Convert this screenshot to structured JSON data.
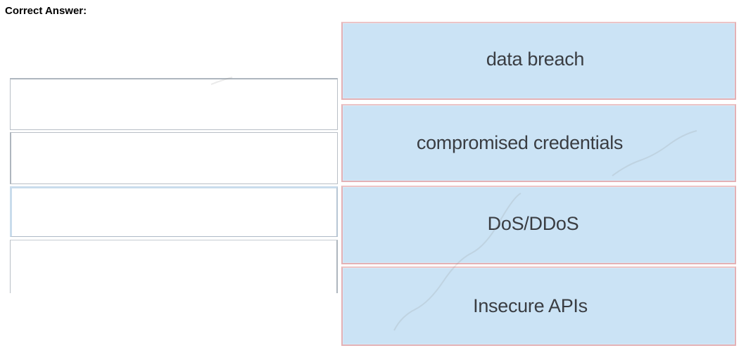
{
  "heading": "Correct Answer:",
  "answers": [
    {
      "label": "data breach"
    },
    {
      "label": "compromised credentials"
    },
    {
      "label": "DoS/DDoS"
    },
    {
      "label": "Insecure APIs"
    }
  ]
}
